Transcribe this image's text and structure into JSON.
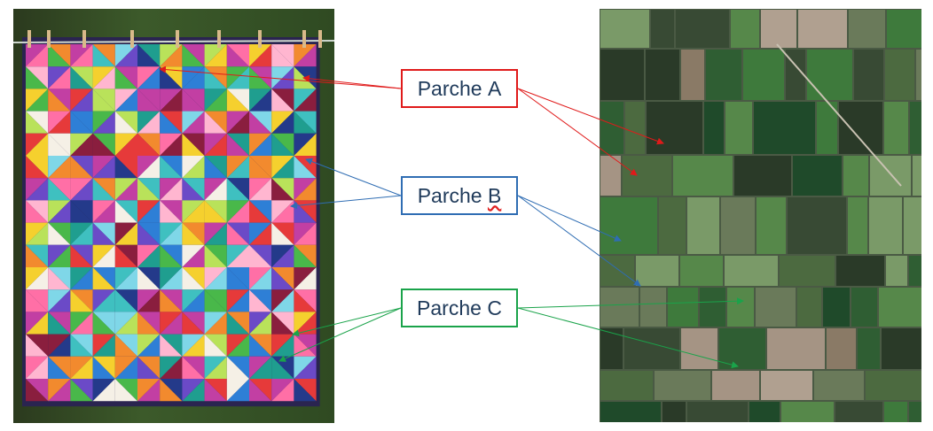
{
  "colors": {
    "parche_a": "#e01a1a",
    "parche_b": "#2f6db3",
    "parche_c": "#1aa34a",
    "text": "#1f3a5a"
  },
  "images": {
    "left": "quilt-photo",
    "right": "aerial-farmland-photo"
  },
  "labels": [
    {
      "id": "a",
      "text_main": "Parche ",
      "text_letter": "A"
    },
    {
      "id": "b",
      "text_main": "Parche ",
      "text_letter": "B"
    },
    {
      "id": "c",
      "text_main": "Parche ",
      "text_letter": "C"
    }
  ]
}
